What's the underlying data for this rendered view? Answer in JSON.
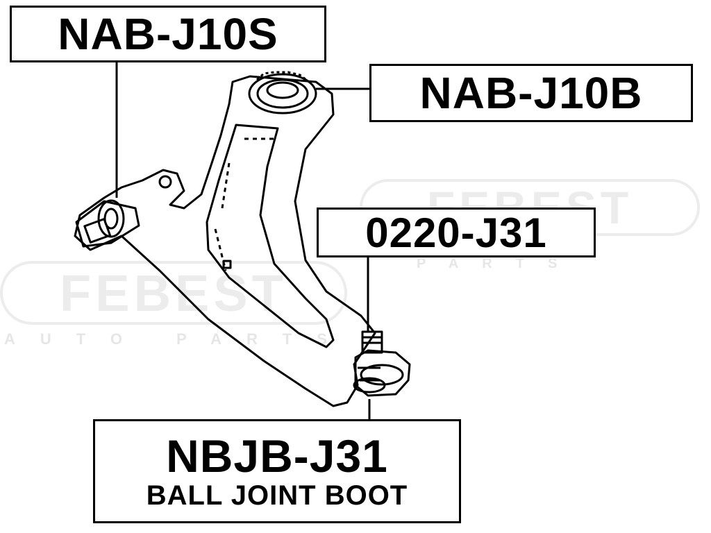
{
  "labels": {
    "bushing_front": "NAB-J10S",
    "bushing_rear": "NAB-J10B",
    "ball_joint": "0220-J31",
    "boot_part": "NBJB-J31",
    "boot_desc": "BALL JOINT BOOT"
  },
  "watermark": {
    "brand": "FEBEST",
    "tagline": "AUTO PARTS"
  },
  "colors": {
    "line": "#000000",
    "background": "#ffffff",
    "watermark": "#ececec"
  }
}
